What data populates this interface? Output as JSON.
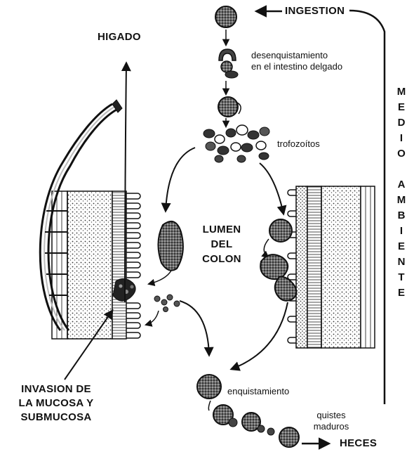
{
  "labels": {
    "ingestion": "INGESTION",
    "higado": "HIGADO",
    "desenquistamiento_line1": "desenquistamiento",
    "desenquistamiento_line2": "en el intestino delgado",
    "trofozoitos": "trofozoítos",
    "lumen_line1": "LUMEN",
    "lumen_line2": "DEL",
    "lumen_line3": "COLON",
    "enquistamiento": "enquistamiento",
    "quistes_line1": "quistes",
    "quistes_line2": "maduros",
    "heces": "HECES",
    "invasion_line1": "INVASION DE",
    "invasion_line2": "LA MUCOSA Y",
    "invasion_line3": "SUBMUCOSA",
    "medio": [
      "M",
      "E",
      "D",
      "I",
      "O"
    ],
    "ambiente": [
      "A",
      "M",
      "B",
      "I",
      "E",
      "N",
      "T",
      "E"
    ]
  }
}
